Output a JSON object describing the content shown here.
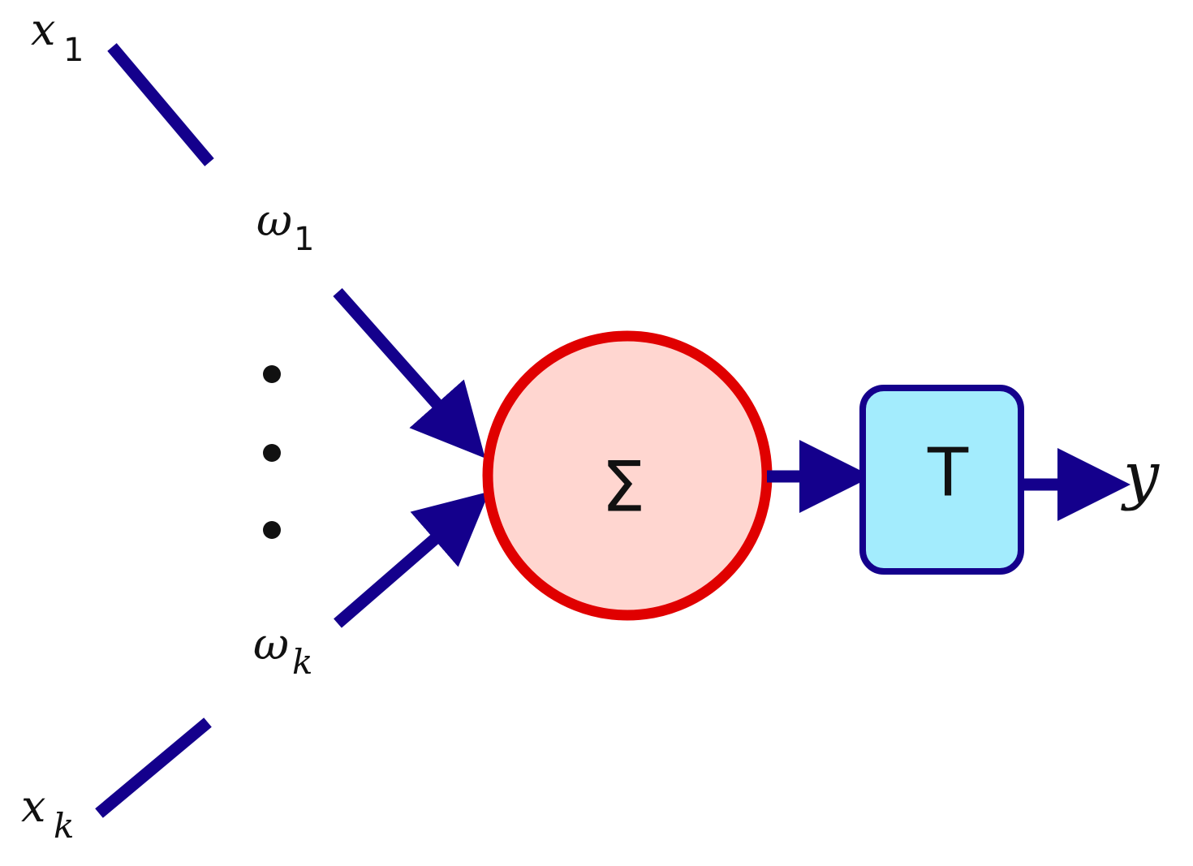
{
  "inputs": {
    "x1": {
      "base": "x",
      "sub": "1"
    },
    "xk": {
      "base": "x",
      "sub": "k"
    }
  },
  "weights": {
    "w1": {
      "base": "ω",
      "sub": "1"
    },
    "wk": {
      "base": "ω",
      "sub": "k"
    }
  },
  "summation_symbol": "Σ",
  "threshold_symbol": "T",
  "output_label": "y",
  "colors": {
    "arrow": "#14008c",
    "sum_stroke": "#e00000",
    "sum_fill": "#ffd6d0",
    "threshold_stroke": "#14008c",
    "threshold_fill": "#a3ecfd",
    "text": "#111111"
  }
}
